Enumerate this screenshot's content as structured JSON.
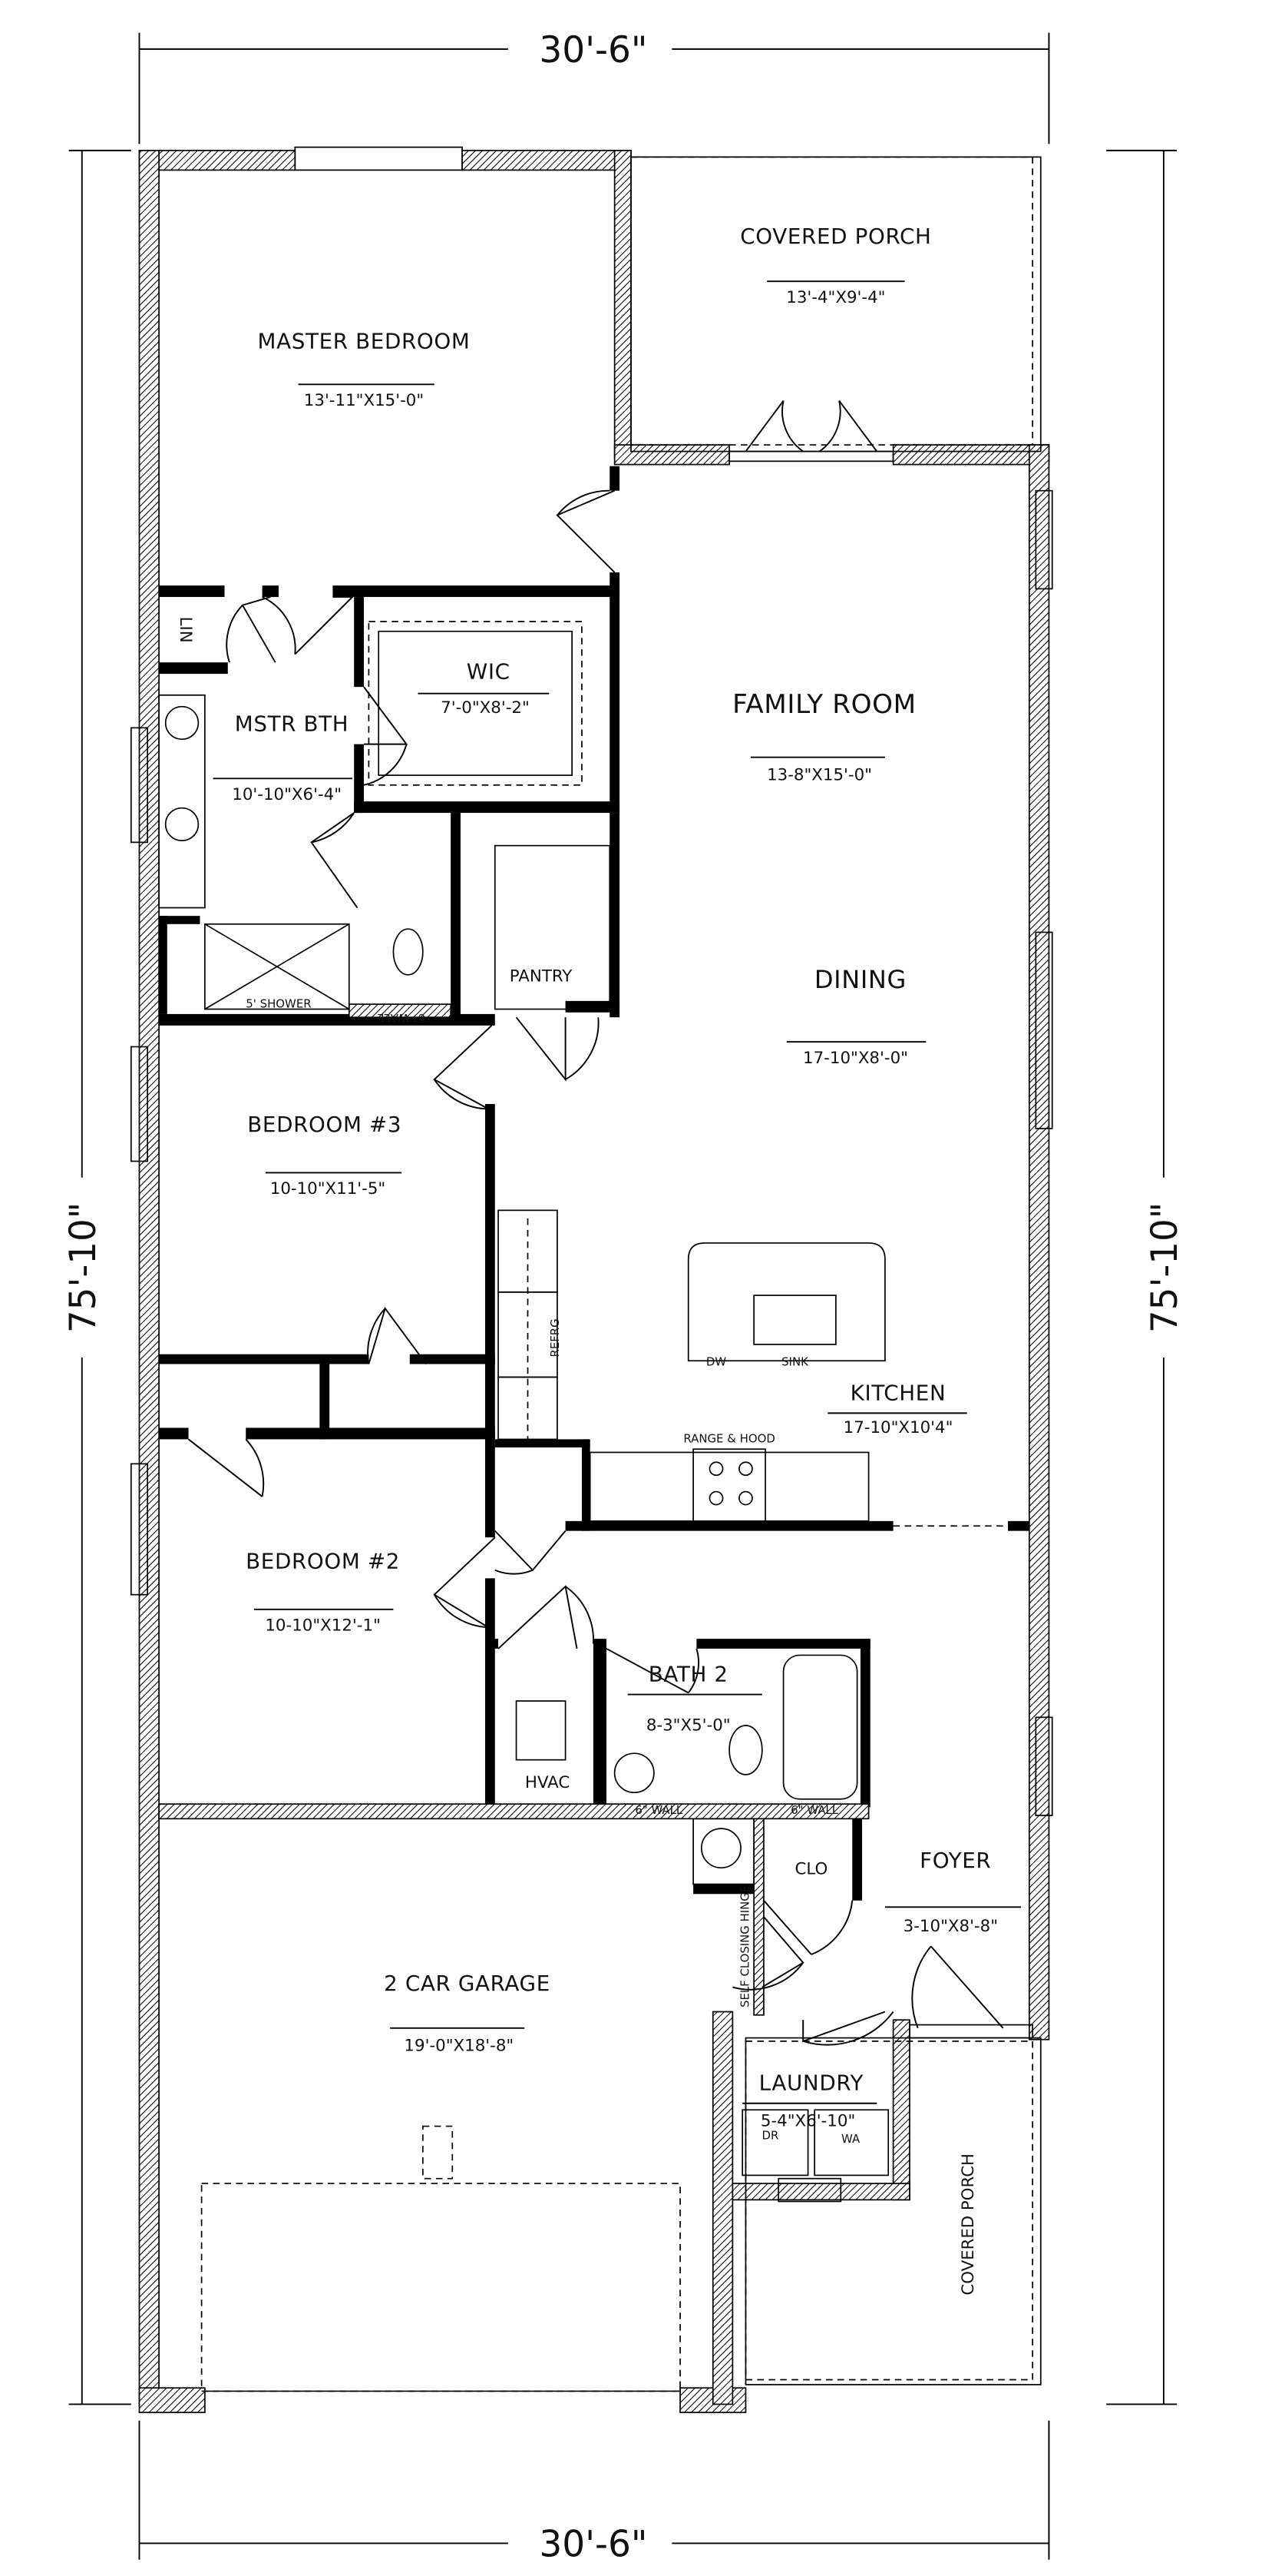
{
  "plan": {
    "overall_width": "30'-6\"",
    "overall_depth": "75'-10\"",
    "rooms": [
      {
        "name": "COVERED PORCH",
        "size": "13'-4\"X9'-4\""
      },
      {
        "name": "MASTER BEDROOM",
        "size": "13'-11\"X15'-0\""
      },
      {
        "name": "FAMILY ROOM",
        "size": "13-8\"X15'-0\""
      },
      {
        "name": "WIC",
        "size": "7'-0\"X8'-2\""
      },
      {
        "name": "MSTR BTH",
        "size": "10'-10\"X6'-4\""
      },
      {
        "name": "DINING",
        "size": "17-10\"X8'-0\""
      },
      {
        "name": "BEDROOM #3",
        "size": "10-10\"X11'-5\""
      },
      {
        "name": "KITCHEN",
        "size": "17-10\"X10'4\""
      },
      {
        "name": "BEDROOM #2",
        "size": "10-10\"X12'-1\""
      },
      {
        "name": "BATH 2",
        "size": "8-3\"X5'-0\""
      },
      {
        "name": "FOYER",
        "size": "3-10\"X8'-8\""
      },
      {
        "name": "2 CAR GARAGE",
        "size": "19'-0\"X18'-8\""
      },
      {
        "name": "LAUNDRY",
        "size": "5-4\"X6'-10\""
      }
    ],
    "labels": {
      "lin": "LIN",
      "pantry": "PANTRY",
      "shower": "5' SHOWER",
      "wall_6": "6\" WALL",
      "refrig": "REFRG",
      "dw": "DW",
      "sink": "SINK",
      "range": "RANGE & HOOD",
      "hvac": "HVAC",
      "clo": "CLO",
      "self_closing": "SELF CLOSING HINGE",
      "dryer": "DR",
      "washer": "WA",
      "covered_porch_side": "COVERED PORCH"
    }
  }
}
